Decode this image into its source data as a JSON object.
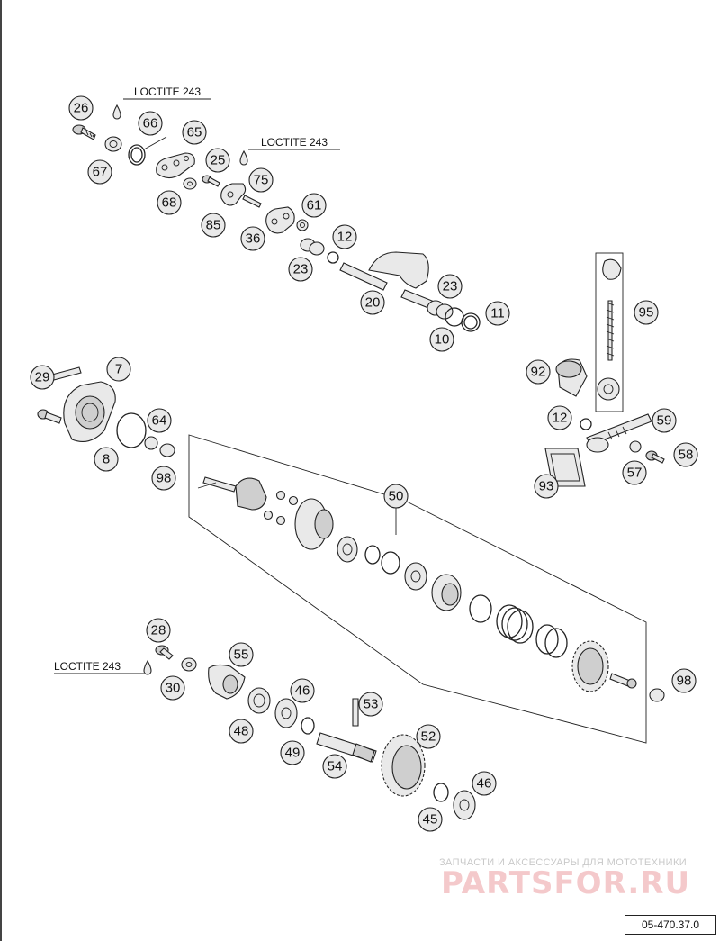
{
  "loctite_labels": [
    "LOCTITE 243",
    "LOCTITE 243",
    "LOCTITE 243"
  ],
  "part_numbers": [
    "26",
    "66",
    "65",
    "67",
    "25",
    "75",
    "68",
    "85",
    "61",
    "36",
    "12",
    "23",
    "20",
    "23",
    "11",
    "10",
    "95",
    "7",
    "29",
    "64",
    "8",
    "98",
    "92",
    "12",
    "59",
    "58",
    "93",
    "57",
    "50",
    "28",
    "55",
    "30",
    "46",
    "48",
    "53",
    "49",
    "54",
    "52",
    "46",
    "45",
    "98"
  ],
  "watermark": {
    "tagline": "ЗАПЧАСТИ И АКСЕССУАРЫ ДЛЯ МОТОТЕХНИКИ",
    "brand": "PARTSFOR.RU"
  },
  "diagram_code": "05-470.37.0"
}
